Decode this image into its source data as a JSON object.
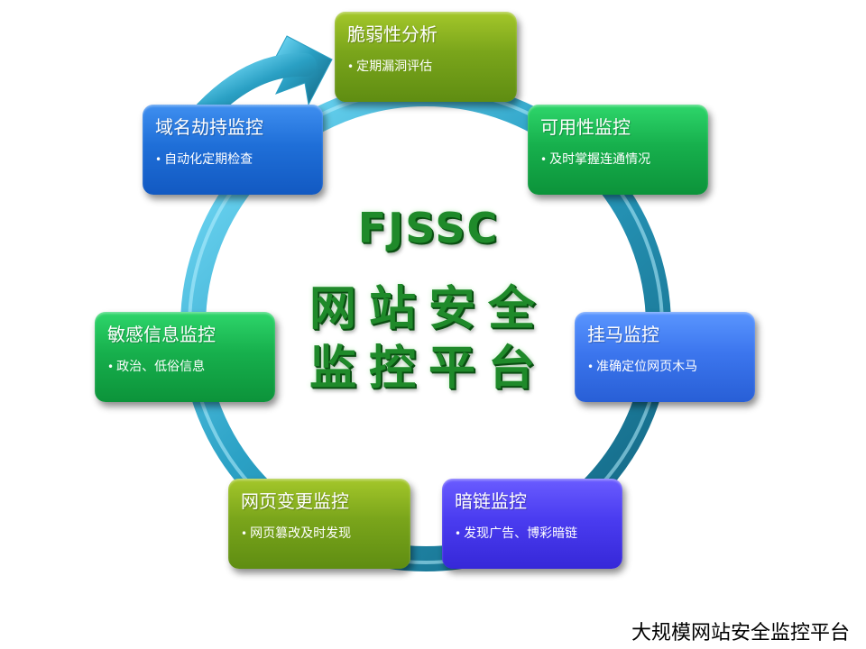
{
  "diagram": {
    "center": {
      "line0": "FJSSC",
      "line1": "网站安全",
      "line2": "监控平台"
    },
    "nodes": [
      {
        "title": "脆弱性分析",
        "bullet": "定期漏洞评估",
        "color": "#7aa51b"
      },
      {
        "title": "可用性监控",
        "bullet": "及时掌握连通情况",
        "color": "#17b04d"
      },
      {
        "title": "挂马监控",
        "bullet": "准确定位网页木马",
        "color": "#3c76ee"
      },
      {
        "title": "暗链监控",
        "bullet": "发现广告、博彩暗链",
        "color": "#4a3cf0"
      },
      {
        "title": "网页变更监控",
        "bullet": "网页篡改及时发现",
        "color": "#7aa51b"
      },
      {
        "title": "敏感信息监控",
        "bullet": "政治、低俗信息",
        "color": "#17b04d"
      },
      {
        "title": "域名劫持监控",
        "bullet": "自动化定期检查",
        "color": "#1f6fd8"
      }
    ],
    "bullet_mark": "•"
  },
  "footer": {
    "caption": "大规模网站安全监控平台"
  },
  "colors": {
    "ring": "#1e7fa0",
    "ring_highlight": "#5fd0f0",
    "title_green": "#1f8a2a"
  }
}
